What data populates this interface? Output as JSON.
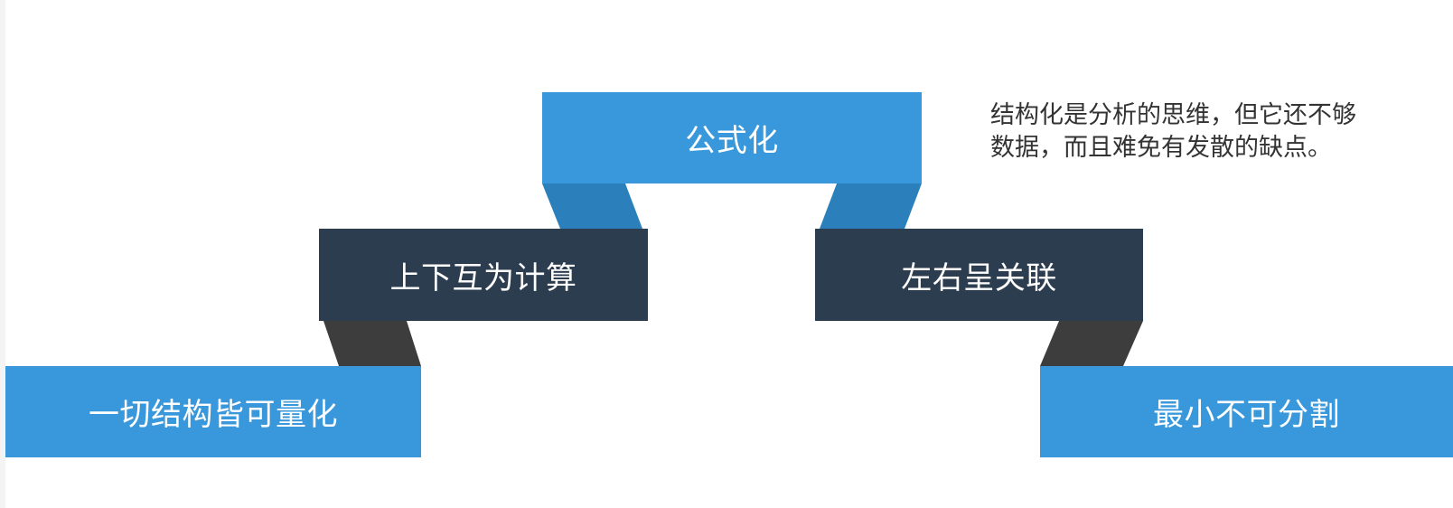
{
  "steps": {
    "bottom_left": "一切结构皆可量化",
    "mid_left": "上下互为计算",
    "top": "公式化",
    "mid_right": "左右呈关联",
    "bottom_right": "最小不可分割"
  },
  "note": "结构化是分析的思维，但它还不够数据，而且难免有发散的缺点。",
  "colors": {
    "blue": "#3898db",
    "navy": "#2d3d50",
    "blue_connector": "#2b80bb",
    "gray_connector": "#3d3d3d"
  }
}
